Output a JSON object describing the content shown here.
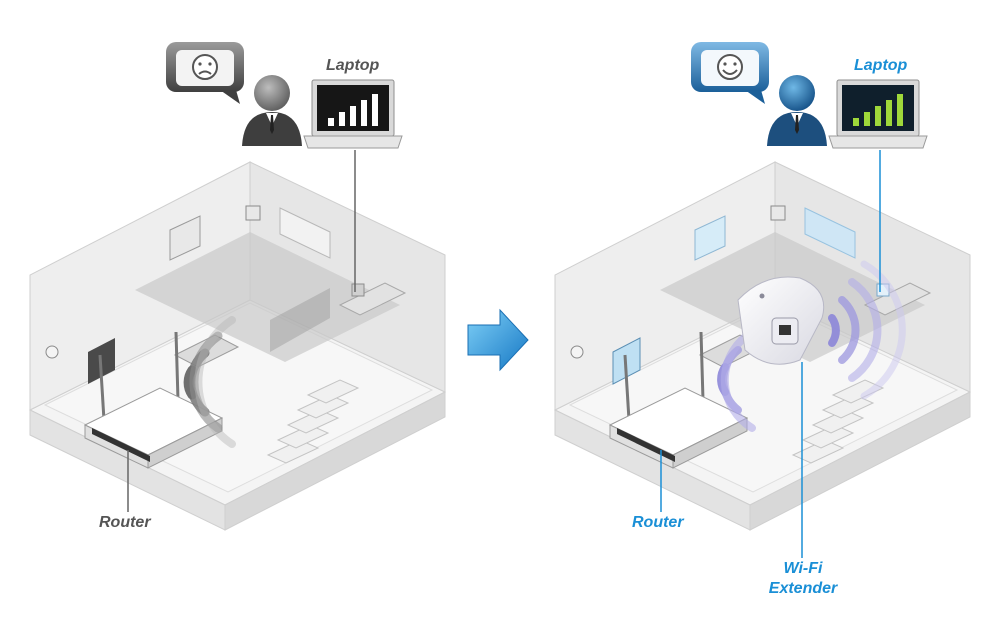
{
  "before": {
    "laptop_label": "Laptop",
    "router_label": "Router",
    "mood_icon": "sad-face-icon",
    "laptop_signal_icon": "signal-bars-icon",
    "signal_bars_filled": 5,
    "signal_bars_total": 5
  },
  "after": {
    "laptop_label": "Laptop",
    "router_label": "Router",
    "extender_label_line1": "Wi-Fi",
    "extender_label_line2": "Extender",
    "mood_icon": "happy-face-icon",
    "laptop_signal_icon": "signal-bars-icon",
    "signal_bars_filled": 5,
    "signal_bars_total": 5
  },
  "arrow_icon": "right-arrow-icon",
  "colors": {
    "accent_blue": "#1a8fd6",
    "label_gray": "#555555",
    "wifi_waves_before": "#6f6f6f",
    "wifi_waves_after": "#8c86d8",
    "signal_bars_before": "#ffffff",
    "signal_bars_after": "#9fd83a"
  }
}
